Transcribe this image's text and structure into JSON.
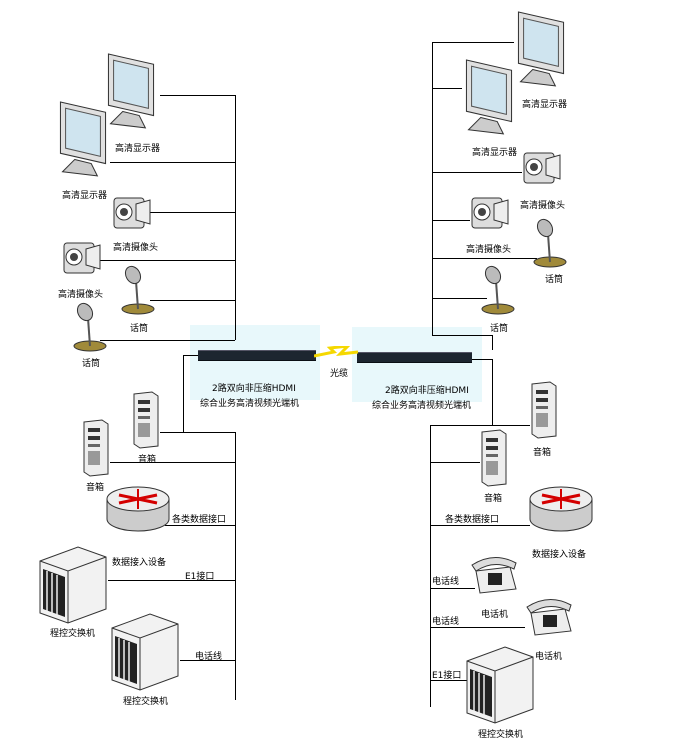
{
  "left": {
    "monitor1": "高清显示器",
    "monitor2": "高清显示器",
    "camera1": "高清摄像头",
    "camera2": "高清摄像头",
    "mic1": "话筒",
    "mic2": "话筒",
    "speaker1": "音箱",
    "speaker2": "音箱",
    "data_if": "各类数据接口",
    "data_dev": "数据接入设备",
    "e1": "E1接口",
    "pbx1": "程控交换机",
    "pbx2": "程控交换机",
    "phone_line": "电话线",
    "device_line1": "2路双向非压缩HDMI",
    "device_line2": "综合业务高清视频光端机"
  },
  "link": "光缆",
  "right": {
    "monitor1": "高清显示器",
    "monitor2": "高清显示器",
    "camera1": "高清摄像头",
    "camera2": "高清摄像头",
    "mic1": "话筒",
    "mic2": "话筒",
    "speaker1": "音箱",
    "speaker2": "音箱",
    "data_if": "各类数据接口",
    "data_dev": "数据接入设备",
    "phone_line1": "电话线",
    "phone_line2": "电话线",
    "phone1": "电话机",
    "phone2": "电话机",
    "e1": "E1接口",
    "pbx": "程控交换机",
    "device_line1": "2路双向非压缩HDMI",
    "device_line2": "综合业务高清视频光端机"
  },
  "colors": {
    "glow": "#e8f8fb",
    "device": "#1d2630",
    "bolt": "#f5d800",
    "router_arrow": "#d40000"
  }
}
